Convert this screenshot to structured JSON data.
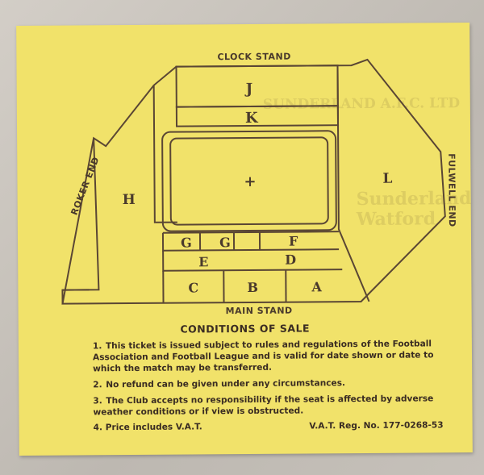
{
  "stands": {
    "clock": "CLOCK STAND",
    "main": "MAIN STAND",
    "roker": "ROKER END",
    "fulwell": "FULWELL END"
  },
  "sections": {
    "J": "J",
    "K": "K",
    "H": "H",
    "L": "L",
    "G1": "G",
    "G2": "G",
    "F": "F",
    "E": "E",
    "D": "D",
    "C": "C",
    "B": "B",
    "A": "A"
  },
  "pitch_center": "+",
  "conditions": {
    "title": "CONDITIONS OF SALE",
    "items": [
      {
        "num": "1.",
        "text": "This ticket is issued subject to rules and regulations of the Football Association and Football League and is valid for date shown or date to which the match may be transferred."
      },
      {
        "num": "2.",
        "text": "No refund can be given under any circumstances."
      },
      {
        "num": "3.",
        "text": "The Club accepts no responsibility if the seat is affected by adverse weather conditions or if view is obstructed."
      }
    ],
    "price_note": "4. Price includes V.A.T.",
    "vat_reg": "V.A.T. Reg. No. 177-0268-53"
  },
  "colors": {
    "paper": "#f1e26a",
    "ink": "#4a3a2c"
  }
}
